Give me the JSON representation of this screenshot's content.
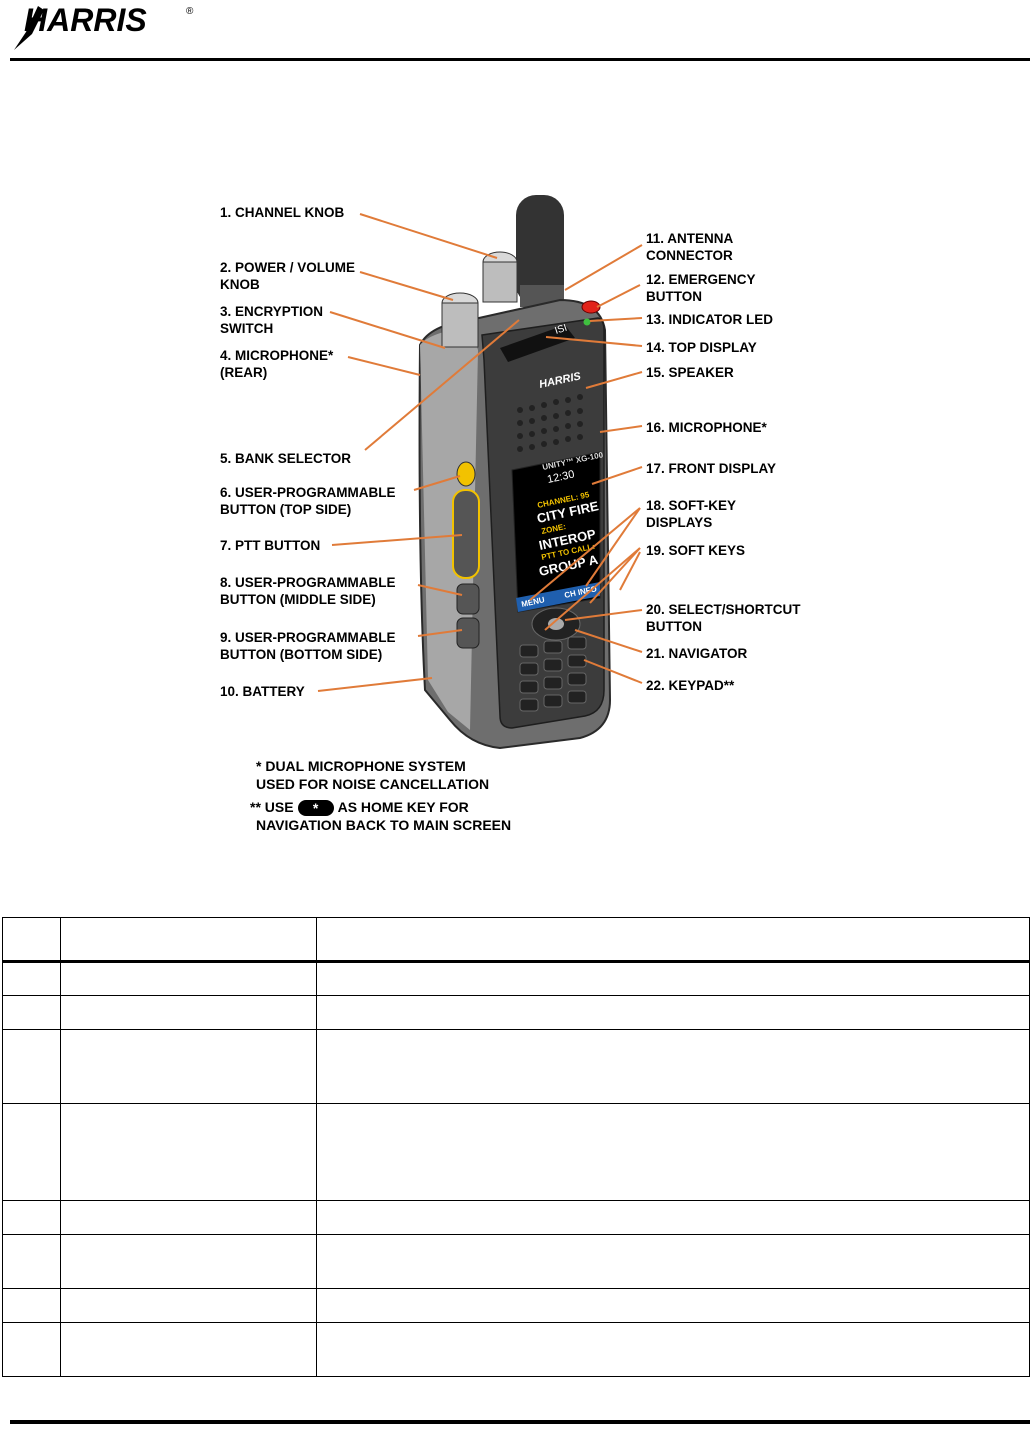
{
  "brand": {
    "logo_text": "HARRIS",
    "registered": "®"
  },
  "figure": {
    "labels_left": [
      "1. CHANNEL KNOB",
      "2. POWER / VOLUME\n    KNOB",
      "3. ENCRYPTION\n    SWITCH",
      "4. MICROPHONE*\n    (REAR)",
      "5. BANK SELECTOR",
      "6. USER-PROGRAMMABLE\n    BUTTON (TOP SIDE)",
      "7. PTT BUTTON",
      "8. USER-PROGRAMMABLE\n    BUTTON (MIDDLE SIDE)",
      "9. USER-PROGRAMMABLE\n    BUTTON (BOTTOM SIDE)",
      "10. BATTERY"
    ],
    "labels_right": [
      "11. ANTENNA\n      CONNECTOR",
      "12. EMERGENCY\n      BUTTON",
      "13. INDICATOR LED",
      "14. TOP DISPLAY",
      "15. SPEAKER",
      "16. MICROPHONE*",
      "17. FRONT DISPLAY",
      "18. SOFT-KEY\n      DISPLAYS",
      "19. SOFT KEYS",
      "20. SELECT/SHORTCUT\n      BUTTON",
      "21. NAVIGATOR",
      "22. KEYPAD**"
    ],
    "notes": {
      "line1": "* DUAL MICROPHONE SYSTEM",
      "line2": "USED FOR NOISE CANCELLATION",
      "line3a": "** USE",
      "home_key": "*",
      "line3b": "AS HOME KEY FOR",
      "line4": "NAVIGATION  BACK TO MAIN SCREEN"
    },
    "radio": {
      "brand": "HARRIS",
      "model": "UNITY™ XG-100",
      "time": "12:30",
      "display": {
        "channel_label": "CHANNEL: 95",
        "channel_value": "CITY FIRE",
        "zone_label": "ZONE:",
        "zone_value": "INTEROP",
        "call_label": "PTT TO CALL:",
        "call_value": "GROUP A",
        "softkey_left": "MENU",
        "softkey_right": "CH INFO"
      },
      "top_display": "ISI"
    }
  },
  "colors": {
    "leader": "#e07b39",
    "softkey_bar": "#1f5fae",
    "display_yellow": "#f2c200",
    "emergency": "#e2231a",
    "led": "#3fbf3f"
  }
}
